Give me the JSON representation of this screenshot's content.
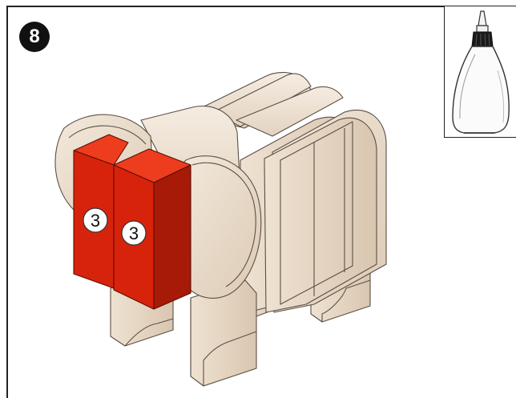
{
  "step": {
    "number": "8"
  },
  "part_labels": [
    "3",
    "3"
  ],
  "tool": {
    "icon": "glue-bottle-icon"
  },
  "colors": {
    "wood_light": "#efe3d4",
    "wood_mid": "#e4d4c2",
    "wood_dark": "#d6c3ae",
    "outline": "#5a4f46",
    "red_front": "#d8230c",
    "red_top": "#ee3c1e",
    "red_side": "#a71a08",
    "badge": "#111111"
  }
}
